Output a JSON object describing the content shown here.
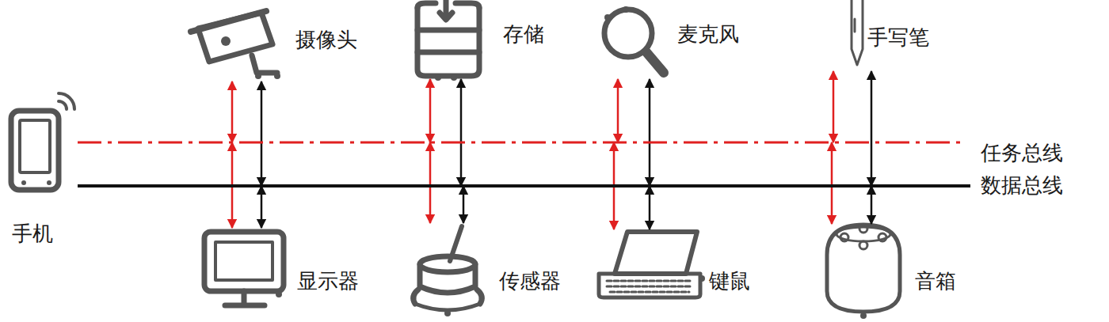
{
  "diagram": {
    "nodes": [
      {
        "text": [
          "手机"
        ]
      },
      {
        "text": [
          "摄像头"
        ]
      },
      {
        "text": [
          "存储"
        ]
      },
      {
        "text": [
          "麦克风"
        ]
      },
      {
        "text": [
          "手写笔"
        ]
      },
      {
        "text": [
          "任务总线"
        ]
      },
      {
        "text": [
          "数据总线"
        ]
      },
      {
        "text": [
          "显示器"
        ]
      },
      {
        "text": [
          "传感器"
        ]
      },
      {
        "text": [
          "键鼠"
        ]
      },
      {
        "text": [
          "音箱"
        ]
      }
    ],
    "edges": [
      {
        "from": 1,
        "to": 5,
        "arrow": "both"
      },
      {
        "from": 1,
        "to": 6,
        "arrow": "both"
      },
      {
        "from": 2,
        "to": 5,
        "arrow": "both"
      },
      {
        "from": 2,
        "to": 6,
        "arrow": "both"
      },
      {
        "from": 3,
        "to": 5,
        "arrow": "both"
      },
      {
        "from": 3,
        "to": 6,
        "arrow": "both"
      },
      {
        "from": 4,
        "to": 5,
        "arrow": "both"
      },
      {
        "from": 4,
        "to": 6,
        "arrow": "both"
      },
      {
        "from": 7,
        "to": 5,
        "arrow": "both"
      },
      {
        "from": 7,
        "to": 6,
        "arrow": "both"
      },
      {
        "from": 8,
        "to": 5,
        "arrow": "both"
      },
      {
        "from": 8,
        "to": 6,
        "arrow": "both"
      },
      {
        "from": 9,
        "to": 5,
        "arrow": "both"
      },
      {
        "from": 9,
        "to": 6,
        "arrow": "both"
      },
      {
        "from": 10,
        "to": 5,
        "arrow": "both"
      },
      {
        "from": 10,
        "to": 6,
        "arrow": "both"
      }
    ]
  }
}
